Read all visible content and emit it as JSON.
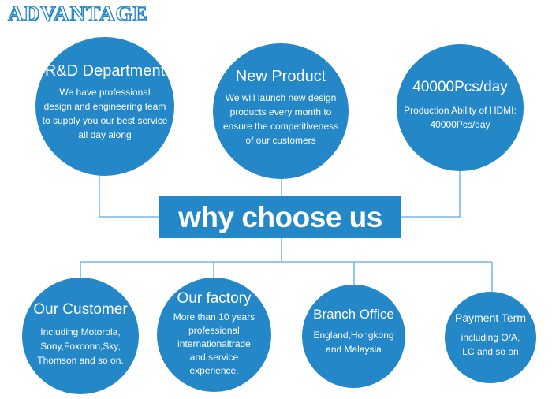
{
  "header": {
    "title": "ADVANTAGE"
  },
  "banner": {
    "text": "why choose us"
  },
  "top_circles": [
    {
      "title": "R&D Department",
      "text": "We have professional\ndesign and engineering team\nto supply you our best service\nall day along"
    },
    {
      "title": "New Product",
      "text": "We will launch new design\nproducts every month to\nensure the competitiveness\nof our customers"
    },
    {
      "title": "40000Pcs/day",
      "text": "Production Ability of HDMI:\n40000Pcs/day"
    }
  ],
  "bottom_circles": [
    {
      "title": "Our Customer",
      "text": "Including Motorola,\nSony,Foxconn,Sky,\nThomson and so on."
    },
    {
      "title": "Our factory",
      "text": "More than 10 years\nprofessional\ninternationaltrade\nand service\nexperience."
    },
    {
      "title": "Branch Office",
      "text": "England,Hongkong\nand Malaysia"
    },
    {
      "title": "Payment Term",
      "text": "including O/A,\nLC and so on"
    }
  ],
  "colors": {
    "accent": "#2387c8",
    "connector": "#5aa9dc"
  }
}
